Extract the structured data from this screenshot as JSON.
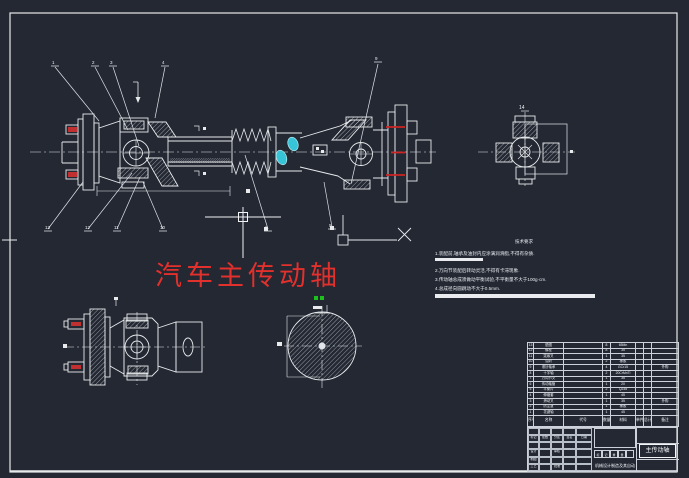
{
  "app": {
    "background_color": "#232833",
    "line_color": "#e8eaec",
    "accent_red": "#e2302c",
    "accent_cyan": "#38c4d8",
    "accent_green": "#1cc11c"
  },
  "drawing": {
    "main_title": {
      "text": "汽车主传动轴",
      "color": "#e2302c"
    },
    "detail_label": "14",
    "balloons": {
      "top": [
        "1",
        "2",
        "3",
        "4",
        "9"
      ],
      "bottom": [
        "13",
        "12",
        "11",
        "10",
        "6",
        "5"
      ]
    },
    "notes": {
      "header": "技术要求",
      "lines": [
        "1.装配前,轴承及油封内应涂满润滑脂,不得有杂质.",
        "2.万向节装配后转动灵活,不得有卡滞现象.",
        "3.传动轴总成须做动平衡试验,不平衡量不大于100g·cm.",
        "4.总成径向圆跳动不大于0.5mm."
      ]
    }
  },
  "bom": {
    "headers": [
      "序号",
      "名称",
      "代号",
      "数量",
      "材料",
      "单件",
      "总计",
      "备注"
    ],
    "rows": [
      {
        "seq": "13",
        "name": "垫圈",
        "qty": "8",
        "material": "65Mn",
        "remark": ""
      },
      {
        "seq": "12",
        "name": "螺栓",
        "qty": "8",
        "material": "35",
        "remark": ""
      },
      {
        "seq": "11",
        "name": "突缘叉",
        "qty": "1",
        "material": "35",
        "remark": ""
      },
      {
        "seq": "10",
        "name": "油封",
        "qty": "2",
        "material": "橡胶",
        "remark": ""
      },
      {
        "seq": "9",
        "name": "滚针轴承",
        "qty": "4",
        "material": "GCr15",
        "remark": "外购"
      },
      {
        "seq": "8",
        "name": "十字轴",
        "qty": "2",
        "material": "20CrMnTi",
        "remark": ""
      },
      {
        "seq": "7",
        "name": "万向节叉",
        "qty": "1",
        "material": "35",
        "remark": ""
      },
      {
        "seq": "6",
        "name": "传动轴管",
        "qty": "1",
        "material": "20",
        "remark": ""
      },
      {
        "seq": "5",
        "name": "平衡片",
        "qty": "2",
        "material": "Q235",
        "remark": ""
      },
      {
        "seq": "4",
        "name": "伸缩套",
        "qty": "1",
        "material": "45",
        "remark": ""
      },
      {
        "seq": "3",
        "name": "滑动叉",
        "qty": "1",
        "material": "35",
        "remark": "外购"
      },
      {
        "seq": "2",
        "name": "防尘罩",
        "qty": "1",
        "material": "橡胶",
        "remark": ""
      },
      {
        "seq": "1",
        "name": "花键轴",
        "qty": "1",
        "material": "45",
        "remark": ""
      }
    ]
  },
  "titleblock": {
    "title": "主传动轴",
    "school": "机械设计制造及其自动化",
    "left_rows": [
      [
        "",
        "",
        "",
        "",
        ""
      ],
      [
        "标记",
        "处数",
        "分区",
        "签名",
        "日期"
      ],
      [
        "",
        "",
        "",
        "",
        ""
      ],
      [
        "设计",
        "",
        "审核",
        "",
        ""
      ],
      [
        "制图",
        "",
        "",
        "",
        ""
      ],
      [
        "工艺",
        "",
        "批准",
        "",
        ""
      ]
    ],
    "stage_boxes": [
      "标",
      "记",
      "重",
      "量",
      ""
    ]
  }
}
